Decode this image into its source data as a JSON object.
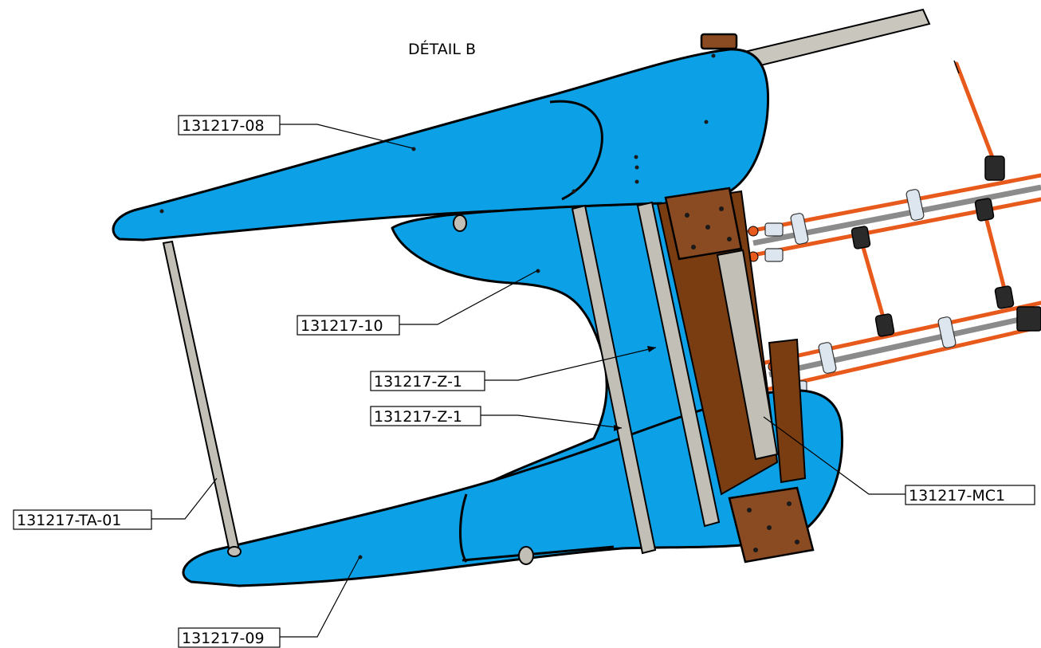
{
  "title": "DÉTAIL B",
  "callouts": [
    {
      "id": "c08",
      "label": "131217-08"
    },
    {
      "id": "c10",
      "label": "131217-10"
    },
    {
      "id": "cz1a",
      "label": "131217-Z-1"
    },
    {
      "id": "cz1b",
      "label": "131217-Z-1"
    },
    {
      "id": "cta",
      "label": "131217-TA-01"
    },
    {
      "id": "cmc",
      "label": "131217-MC1"
    },
    {
      "id": "c09",
      "label": "131217-09"
    }
  ],
  "colors": {
    "hull": "#0ca0e6",
    "rail": "#c2bfb6",
    "wood_frame": "#7a3d12",
    "tubing": "#e85a1c"
  }
}
